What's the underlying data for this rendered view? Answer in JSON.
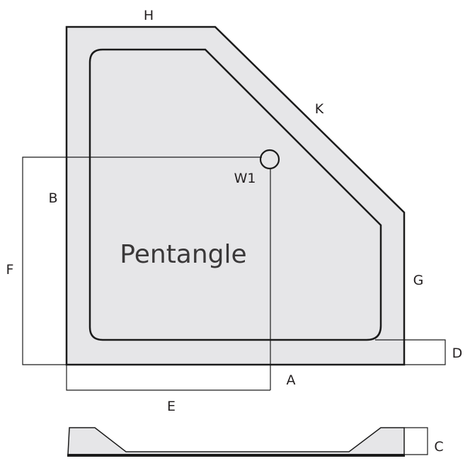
{
  "product": {
    "name": "Pentangle"
  },
  "labels": {
    "h": "H",
    "k": "K",
    "w1": "W1",
    "b": "B",
    "f": "F",
    "g": "G",
    "d": "D",
    "a": "A",
    "e": "E",
    "c": "C"
  },
  "colors": {
    "tray_fill": "#e6e6e8",
    "outline": "#1b1b1b",
    "text": "#231f20"
  }
}
